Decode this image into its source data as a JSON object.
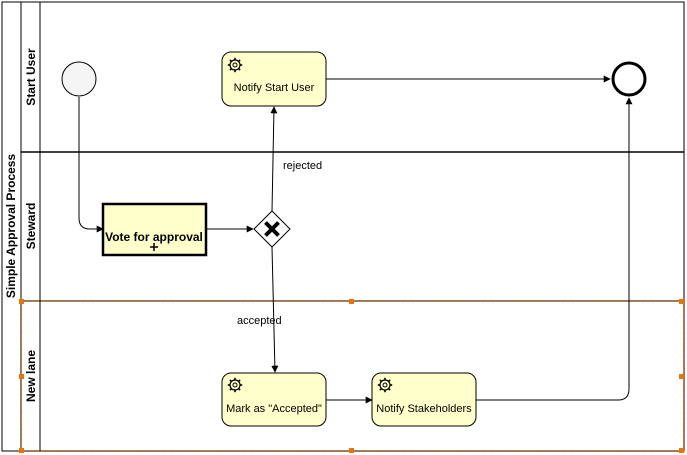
{
  "diagram": {
    "pool_label": "Simple Approval Process",
    "lanes": [
      {
        "id": "start-user",
        "label": "Start User"
      },
      {
        "id": "steward",
        "label": "Steward"
      },
      {
        "id": "new-lane",
        "label": "New lane"
      }
    ],
    "tasks": {
      "notify_start_user": "Notify Start User",
      "vote_for_approval": "Vote for approval",
      "mark_accepted": "Mark as \"Accepted\"",
      "notify_stakeholders": "Notify Stakeholders"
    },
    "flows": {
      "rejected": "rejected",
      "accepted": "accepted"
    },
    "colors": {
      "task_fill": "#ffffcc",
      "selection": "#e8740c",
      "stroke": "#000000",
      "start_event_fill": "#f5f5f5"
    },
    "icons": {
      "service_task": "gear-icon",
      "subprocess_marker": "plus-icon",
      "gateway": "exclusive-gateway-x-icon"
    }
  }
}
